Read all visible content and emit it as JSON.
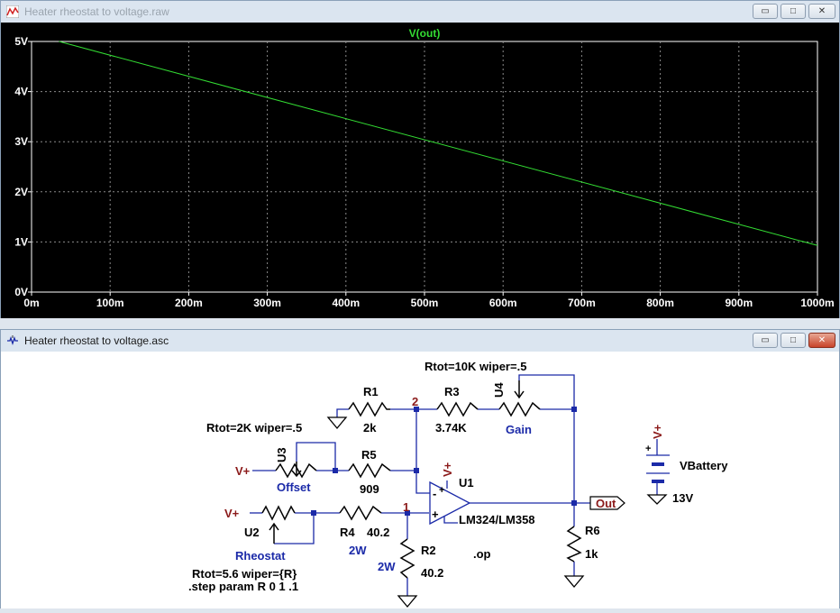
{
  "plot_window": {
    "title": "Heater rheostat to voltage.raw",
    "controls": {
      "minimize": "▭",
      "restore": "□",
      "close": "✕"
    }
  },
  "schematic_window": {
    "title": "Heater rheostat to voltage.asc",
    "controls": {
      "minimize": "▭",
      "restore": "□",
      "close": "✕"
    }
  },
  "colors": {
    "trace": "#33dd33",
    "wire": "#1b2aa8",
    "net_label": "#8b1a1a",
    "background": "#000000"
  },
  "chart_data": {
    "type": "line",
    "series": [
      {
        "name": "V(out)",
        "x": [
          0.035,
          1.0
        ],
        "y": [
          5.0,
          0.93
        ]
      }
    ],
    "x_ticks": [
      "0m",
      "100m",
      "200m",
      "300m",
      "400m",
      "500m",
      "600m",
      "700m",
      "800m",
      "900m",
      "1000m"
    ],
    "y_ticks": [
      "0V",
      "1V",
      "2V",
      "3V",
      "4V",
      "5V"
    ],
    "xlim": [
      0,
      1
    ],
    "ylim": [
      0,
      5
    ],
    "grid": true
  },
  "schematic": {
    "r1": {
      "name": "R1",
      "value": "2k"
    },
    "r3": {
      "name": "R3",
      "value": "3.74K"
    },
    "u4": {
      "name": "U4",
      "label": "Gain",
      "param": "Rtot=10K wiper=.5"
    },
    "u3": {
      "name": "U3",
      "label": "Offset",
      "param": "Rtot=2K wiper=.5"
    },
    "r5": {
      "name": "R5",
      "value": "909"
    },
    "u1": {
      "name": "U1",
      "model": "LM324/LM358"
    },
    "u2": {
      "name": "U2",
      "label": "Rheostat",
      "param": "Rtot=5.6 wiper={R}",
      "step": ".step param R  0 1 .1"
    },
    "r4": {
      "name": "R4",
      "value": "40.2",
      "power": "2W"
    },
    "r2": {
      "name": "R2",
      "value": "40.2",
      "power": "2W"
    },
    "r6": {
      "name": "R6",
      "value": "1k"
    },
    "vbattery": {
      "name": "VBattery",
      "value": "13V"
    },
    "node2": "2",
    "node1": "1",
    "vplus": "V+",
    "out": "Out",
    "op_directive": ".op",
    "opamp_plus": "+",
    "opamp_minus": "-"
  }
}
